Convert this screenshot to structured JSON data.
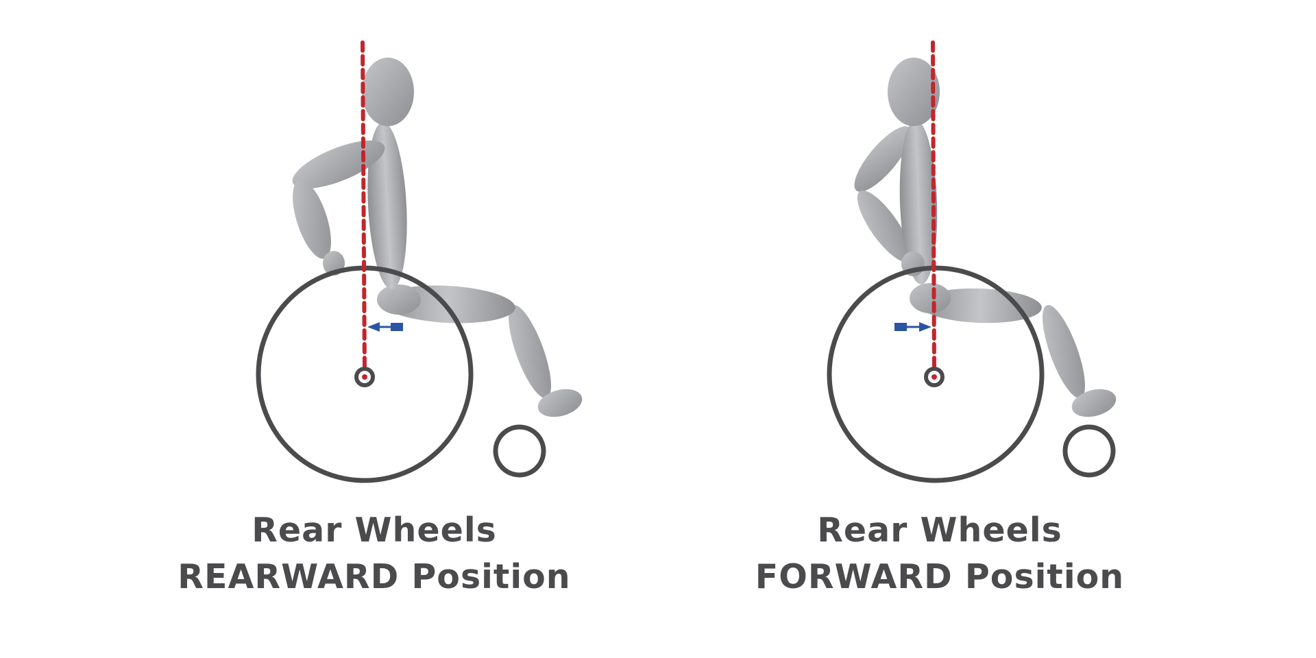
{
  "panels": [
    {
      "id": "rearward",
      "caption_line1": "Rear Wheels",
      "caption_line2": "REARWARD Position",
      "arrow_direction": "left"
    },
    {
      "id": "forward",
      "caption_line1": "Rear Wheels",
      "caption_line2": "FORWARD Position",
      "arrow_direction": "right"
    }
  ],
  "colors": {
    "figure_light": "#c4c5c9",
    "figure_dark": "#8e8f93",
    "wheel": "#4b4b4d",
    "center_of_gravity_line": "#c0272d",
    "arrow": "#2a55a3",
    "caption_text": "#4b4b4d"
  }
}
